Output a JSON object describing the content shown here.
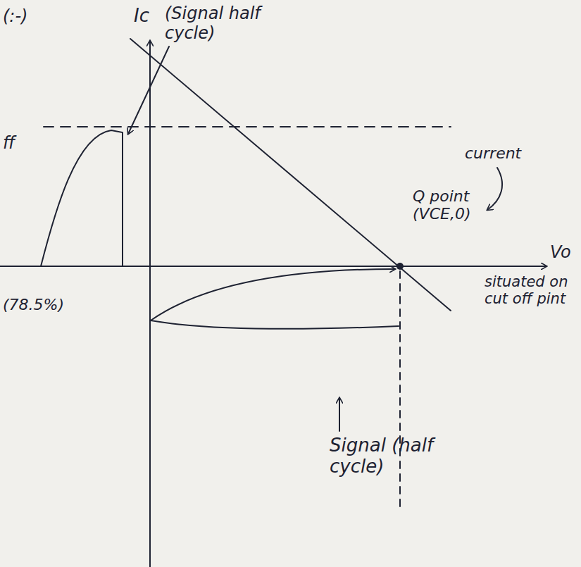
{
  "diagram": {
    "labels": [
      "(:-)",
      "Ic",
      "(Signal half cycle)",
      "ff",
      "current",
      "Q point (VCE,0)",
      "Vo",
      "situated on cut off pint",
      "(78.5%)",
      "Signal (half cycle)"
    ]
  }
}
